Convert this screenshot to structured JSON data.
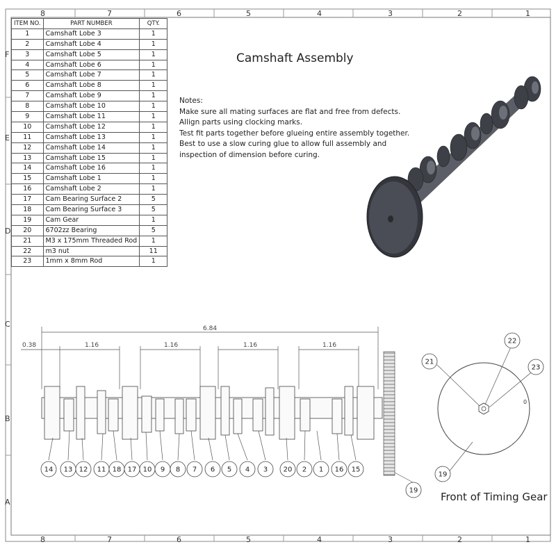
{
  "drawing": {
    "title": "Camshaft Assembly",
    "notes_heading": "Notes:",
    "notes": [
      "Make sure all mating surfaces are flat and free from defects.",
      "Allign parts using clocking marks.",
      "Test fit parts together before glueing entire assembly together.",
      "Best to use a slow curing glue to allow full assembly and",
      "inspection of dimension before curing."
    ],
    "gear_caption": "Front of Timing Gear"
  },
  "frame": {
    "column_numbers": [
      "8",
      "7",
      "6",
      "5",
      "4",
      "3",
      "2",
      "1"
    ],
    "row_letters": [
      "F",
      "E",
      "D",
      "C",
      "B",
      "A"
    ]
  },
  "bom": {
    "headers": [
      "ITEM NO.",
      "PART NUMBER",
      "QTY."
    ],
    "rows": [
      [
        "1",
        "Camshaft Lobe 3",
        "1"
      ],
      [
        "2",
        "Camshaft Lobe 4",
        "1"
      ],
      [
        "3",
        "Camshaft Lobe 5",
        "1"
      ],
      [
        "4",
        "Camshaft Lobe 6",
        "1"
      ],
      [
        "5",
        "Camshaft Lobe 7",
        "1"
      ],
      [
        "6",
        "Camshaft Lobe 8",
        "1"
      ],
      [
        "7",
        "Camshaft Lobe 9",
        "1"
      ],
      [
        "8",
        "Camshaft Lobe 10",
        "1"
      ],
      [
        "9",
        "Camshaft Lobe 11",
        "1"
      ],
      [
        "10",
        "Camshaft Lobe 12",
        "1"
      ],
      [
        "11",
        "Camshaft Lobe 13",
        "1"
      ],
      [
        "12",
        "Camshaft Lobe 14",
        "1"
      ],
      [
        "13",
        "Camshaft Lobe 15",
        "1"
      ],
      [
        "14",
        "Camshaft Lobe 16",
        "1"
      ],
      [
        "15",
        "Camshaft Lobe 1",
        "1"
      ],
      [
        "16",
        "Camshaft Lobe 2",
        "1"
      ],
      [
        "17",
        "Cam Bearing Surface 2",
        "5"
      ],
      [
        "18",
        "Cam Bearing Surface 3",
        "5"
      ],
      [
        "19",
        "Cam Gear",
        "1"
      ],
      [
        "20",
        "6702zz Bearing",
        "5"
      ],
      [
        "21",
        "M3 x 175mm Threaded Rod",
        "1"
      ],
      [
        "22",
        "m3 nut",
        "11"
      ],
      [
        "23",
        "1mm x 8mm Rod",
        "1"
      ]
    ]
  },
  "dimensions": {
    "overall": "6.84",
    "offset": "0.38",
    "spacing": [
      "1.16",
      "1.16",
      "1.16",
      "1.16"
    ]
  },
  "balloons": {
    "side_view": [
      "14",
      "13",
      "12",
      "11",
      "18",
      "17",
      "10",
      "9",
      "8",
      "7",
      "6",
      "5",
      "4",
      "3",
      "20",
      "2",
      "1",
      "16",
      "15",
      "19"
    ],
    "gear_view": [
      "21",
      "22",
      "23",
      "19"
    ]
  }
}
